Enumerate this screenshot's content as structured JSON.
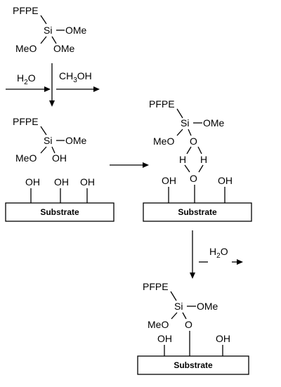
{
  "labels": {
    "pfpe": "PFPE",
    "si": "Si",
    "ome": "OMe",
    "meo": "MeO",
    "oh": "OH",
    "o": "O",
    "h": "H",
    "substrate": "Substrate"
  },
  "reagents": {
    "water_h": "H",
    "water_sub": "2",
    "water_o": "O",
    "methanol_pre": "CH",
    "methanol_sub": "3",
    "methanol_post": "OH"
  }
}
